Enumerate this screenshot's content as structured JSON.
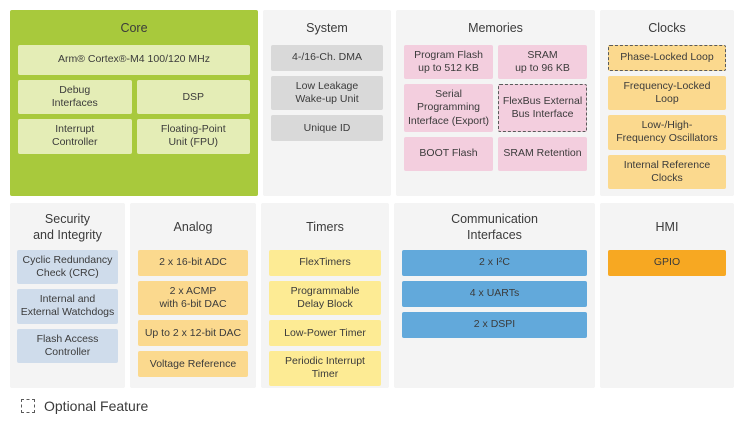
{
  "legend": {
    "label": "Optional Feature"
  },
  "colors": {
    "page-bg": "#ffffff",
    "panel-bg": "#f4f4f4",
    "core-panel": "#a8c93c",
    "core-block": "#e4edb6",
    "system-block": "#d9d9d9",
    "memory-block": "#f3cede",
    "clock-block": "#fbd98e",
    "analog-block": "#fbd98e",
    "timer-block": "#fdeb94",
    "comm-block": "#62a9db",
    "security-block": "#cfdceb",
    "hmi-block": "#f7a822",
    "text": "#3b3b3b",
    "optional-border": "#5a5a5a"
  },
  "panels": {
    "core": {
      "title": "Core",
      "blocks": {
        "cpu": "Arm® Cortex®-M4 100/120 MHz",
        "debug": "Debug\nInterfaces",
        "dsp": "DSP",
        "nvic": "Interrupt\nController",
        "fpu": "Floating-Point\nUnit (FPU)"
      }
    },
    "system": {
      "title": "System",
      "blocks": {
        "dma": "4-/16-Ch. DMA",
        "llwu": "Low Leakage\nWake-up Unit",
        "uid": "Unique ID"
      }
    },
    "memories": {
      "title": "Memories",
      "blocks": {
        "pflash": "Program Flash\nup to 512 KB",
        "sram": "SRAM\nup to 96 KB",
        "spi": "Serial Programming\nInterface (Export)",
        "flexbus": "FlexBus External\nBus Interface",
        "boot": "BOOT Flash",
        "sramret": "SRAM Retention"
      }
    },
    "clocks": {
      "title": "Clocks",
      "blocks": {
        "pll": "Phase-Locked Loop",
        "fll": "Frequency-Locked\nLoop",
        "osc": "Low-/High-\nFrequency Oscillators",
        "irc": "Internal Reference\nClocks"
      }
    },
    "security": {
      "title": "Security\nand Integrity",
      "blocks": {
        "crc": "Cyclic Redundancy\nCheck (CRC)",
        "wdog": "Internal and\nExternal Watchdogs",
        "fac": "Flash Access\nController"
      }
    },
    "analog": {
      "title": "Analog",
      "blocks": {
        "adc": "2 x 16-bit ADC",
        "acmp": "2 x ACMP\nwith 6-bit DAC",
        "dac": "Up to 2 x 12-bit DAC",
        "vref": "Voltage Reference"
      }
    },
    "timers": {
      "title": "Timers",
      "blocks": {
        "ftm": "FlexTimers",
        "pdb": "Programmable\nDelay Block",
        "lptmr": "Low-Power Timer",
        "pit": "Periodic Interrupt\nTimer"
      }
    },
    "comm": {
      "title": "Communication\nInterfaces",
      "blocks": {
        "i2c": "2 x I²C",
        "uart": "4 x UARTs",
        "dspi": "2 x DSPI"
      }
    },
    "hmi": {
      "title": "HMI",
      "blocks": {
        "gpio": "GPIO"
      }
    }
  }
}
